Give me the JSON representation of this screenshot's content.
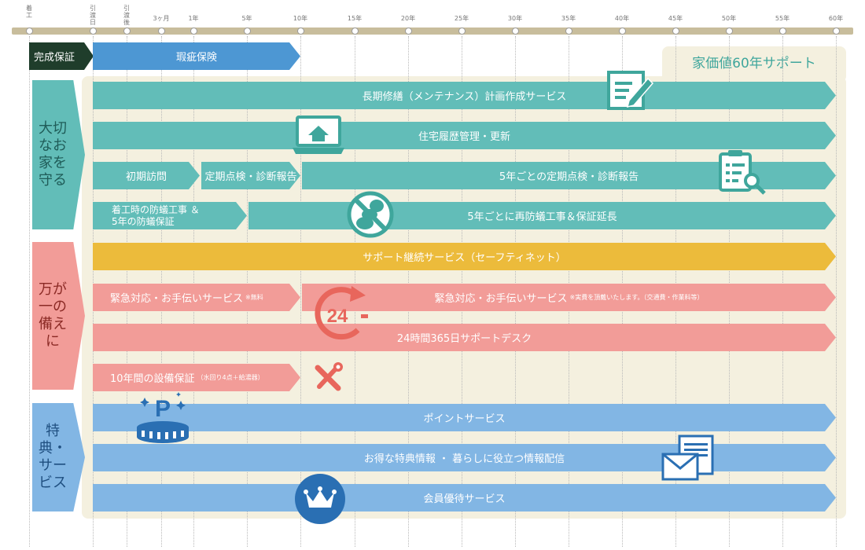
{
  "timeline": {
    "ticks": [
      {
        "label": "着工",
        "vertical": true
      },
      {
        "label": "引渡日",
        "vertical": true
      },
      {
        "label": "引渡後",
        "vertical": true
      },
      {
        "label": "3ヶ月",
        "vertical": false
      },
      {
        "label": "1年",
        "vertical": false
      },
      {
        "label": "5年",
        "vertical": false
      },
      {
        "label": "10年",
        "vertical": false
      },
      {
        "label": "15年",
        "vertical": false
      },
      {
        "label": "20年",
        "vertical": false
      },
      {
        "label": "25年",
        "vertical": false
      },
      {
        "label": "30年",
        "vertical": false
      },
      {
        "label": "35年",
        "vertical": false
      },
      {
        "label": "40年",
        "vertical": false
      },
      {
        "label": "45年",
        "vertical": false
      },
      {
        "label": "50年",
        "vertical": false
      },
      {
        "label": "55年",
        "vertical": false
      },
      {
        "label": "60年",
        "vertical": false
      }
    ]
  },
  "panel": {
    "title": "家価値60年サポート"
  },
  "kansei": {
    "label": "完成保証",
    "bar": "瑕疵保険"
  },
  "categories": {
    "protect": "大切なお家を守る",
    "emergency": "万が一の備えに",
    "benefit": "特典・サービス"
  },
  "rows": {
    "long_term": "長期修繕（メンテナンス）計画作成サービス",
    "history": "住宅履歴管理・更新",
    "initial_visit": "初期訪問",
    "periodic": "定期点検・診断報告",
    "periodic5": "5年ごとの定期点検・診断報告",
    "termite_line1": "着工時の防蟻工事 ＆",
    "termite_line2": "5年の防蟻保証",
    "termite5": "5年ごとに再防蟻工事＆保証延長",
    "safety_net": "サポート継続サービス（セーフティネット）",
    "emergency_free": "緊急対応・お手伝いサービス",
    "emergency_free_note": "※無料",
    "emergency_paid": "緊急対応・お手伝いサービス",
    "emergency_paid_note": "※実費を頂戴いたします。（交通費・作業料等）",
    "support_desk": "24時間365日サポートデスク",
    "equipment": "10年間の設備保証",
    "equipment_note": "（水回り4点＋給湯器）",
    "points": "ポイントサービス",
    "info": "お得な特典情報 ・ 暮らしに役立つ情報配信",
    "member": "会員優待サービス"
  },
  "icons": {
    "clock_label": "24",
    "point_label": "P"
  },
  "colors": {
    "teal": "#62bdb8",
    "blue": "#4d97d3",
    "yellow": "#ecbb3b",
    "pink": "#f29c98",
    "sky": "#82b6e4",
    "dark_green": "#1f3d2b",
    "icon_teal": "#3fa69c",
    "icon_blue": "#2a6fb3",
    "icon_red": "#e8665c",
    "panel": "#f4f0df"
  }
}
